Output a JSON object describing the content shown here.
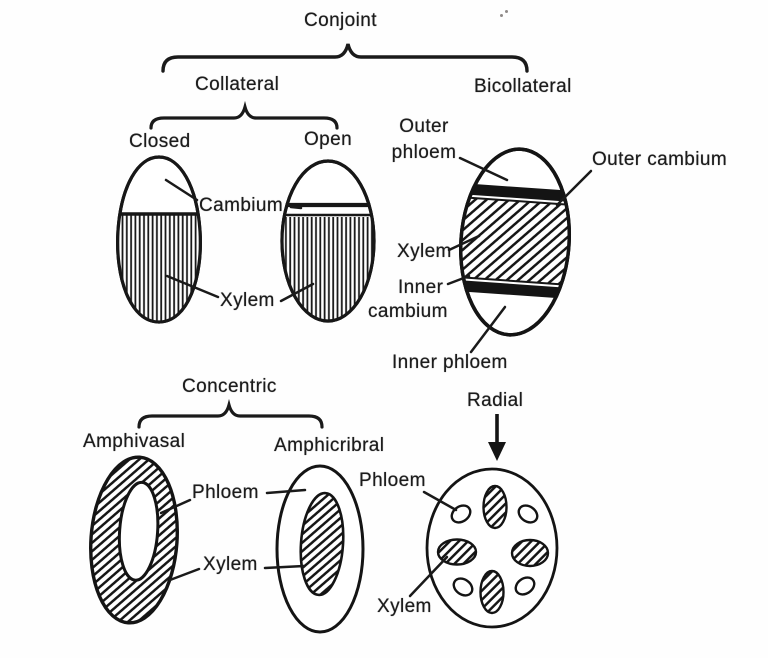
{
  "palette": {
    "ink": "#1c1c1c",
    "paper": "#fefefe"
  },
  "tree": {
    "conjoint": "Conjoint",
    "collateral": "Collateral",
    "bicollateral": "Bicollateral",
    "closed": "Closed",
    "open": "Open",
    "concentric": "Concentric",
    "amphivasal": "Amphivasal",
    "amphicribral": "Amphicribral",
    "radial": "Radial"
  },
  "collateral_labels": {
    "cambium": "Cambium",
    "xylem": "Xylem"
  },
  "bicollateral_labels": {
    "outer_phloem": [
      "Outer",
      "phloem"
    ],
    "outer_cambium": "Outer cambium",
    "xylem": "Xylem",
    "inner_cambium": [
      "Inner",
      "cambium"
    ],
    "inner_phloem": "Inner phloem"
  },
  "concentric_labels": {
    "phloem": "Phloem",
    "xylem": "Xylem"
  },
  "radial_labels": {
    "phloem": "Phloem",
    "xylem": "Xylem"
  }
}
